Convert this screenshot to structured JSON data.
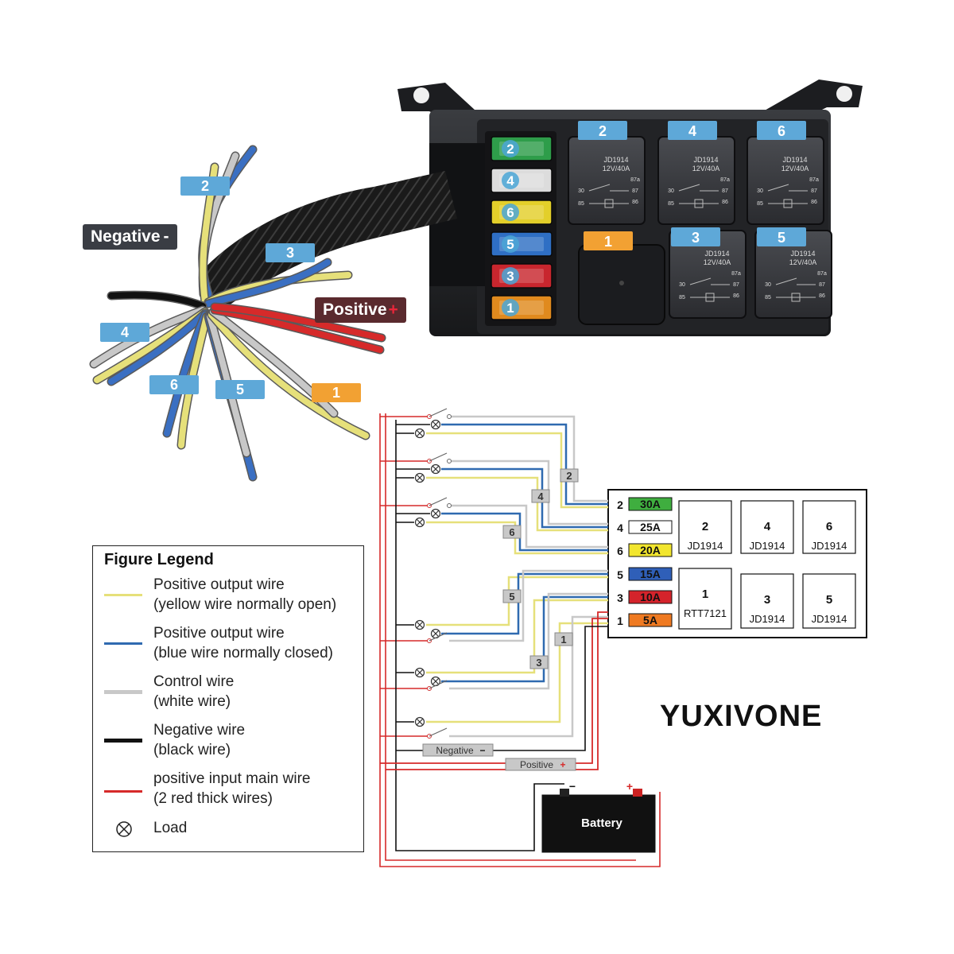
{
  "photo": {
    "labels": {
      "negative": "Negative",
      "negative_sign": "-",
      "positive": "Positive",
      "positive_sign": "+",
      "wire_2": "2",
      "wire_3": "3",
      "wire_4": "4",
      "wire_6": "6",
      "wire_5": "5",
      "wire_1": "1"
    },
    "fuses": [
      {
        "id": "2",
        "color": "#2e9d4a"
      },
      {
        "id": "4",
        "color": "#dcdcdc"
      },
      {
        "id": "6",
        "color": "#e3cf2a"
      },
      {
        "id": "5",
        "color": "#2f6fc4"
      },
      {
        "id": "3",
        "color": "#c8262e"
      },
      {
        "id": "1",
        "color": "#e08a1e"
      }
    ],
    "relays_top": [
      {
        "id": "2",
        "model": "JD1914",
        "rating": "12V/40A"
      },
      {
        "id": "4",
        "model": "JD1914",
        "rating": "12V/40A"
      },
      {
        "id": "6",
        "model": "JD1914",
        "rating": "12V/40A"
      }
    ],
    "relays_bottom": [
      {
        "id": "1"
      },
      {
        "id": "3",
        "model": "JD1914",
        "rating": "12V/40A"
      },
      {
        "id": "5",
        "model": "JD1914",
        "rating": "12V/40A"
      }
    ],
    "pin_labels": [
      "87a",
      "87",
      "86",
      "30",
      "85"
    ]
  },
  "legend": {
    "title": "Figure Legend",
    "items": [
      {
        "line1": "Positive output wire",
        "line2": "(yellow wire normally open)",
        "color": "#e6e07a"
      },
      {
        "line1": "Positive output wire",
        "line2": "(blue wire normally closed)",
        "color": "#2f6ab0"
      },
      {
        "line1": "Control wire",
        "line2": "(white wire)",
        "color": "#c8c8c8"
      },
      {
        "line1": "Negative wire",
        "line2": "(black wire)",
        "color": "#111111"
      },
      {
        "line1": "positive input main wire",
        "line2": "(2 red thick wires)",
        "color": "#d62a2a"
      },
      {
        "line1": "Load",
        "line2": "",
        "color": "#222222"
      }
    ]
  },
  "schematic": {
    "fuse_rows": [
      {
        "slot": "2",
        "rating": "30A",
        "color": "#3fae3f",
        "text_color": "#111111"
      },
      {
        "slot": "4",
        "rating": "25A",
        "color": "#ffffff",
        "text_color": "#111111"
      },
      {
        "slot": "6",
        "rating": "20A",
        "color": "#f2e62e",
        "text_color": "#111111"
      },
      {
        "slot": "5",
        "rating": "15A",
        "color": "#2f5fb8",
        "text_color": "#111111"
      },
      {
        "slot": "3",
        "rating": "10A",
        "color": "#d4232b",
        "text_color": "#111111"
      },
      {
        "slot": "1",
        "rating": "5A",
        "color": "#ef7a22",
        "text_color": "#111111"
      }
    ],
    "relay_cells": [
      {
        "id": "2",
        "model": "JD1914"
      },
      {
        "id": "4",
        "model": "JD1914"
      },
      {
        "id": "6",
        "model": "JD1914"
      },
      {
        "id": "1",
        "model": "RTT7121"
      },
      {
        "id": "3",
        "model": "JD1914"
      },
      {
        "id": "5",
        "model": "JD1914"
      }
    ],
    "wire_tags": [
      "2",
      "4",
      "6",
      "5",
      "1",
      "3"
    ],
    "negative_label": "Negative",
    "negative_sign": "−",
    "positive_label": "Positive",
    "positive_sign": "+",
    "battery_label": "Battery",
    "battery_minus": "−",
    "battery_plus": "+"
  },
  "brand": "YUXIVONE",
  "colors": {
    "yellow_wire": "#e6e07a",
    "blue_wire": "#2f6ab0",
    "white_wire": "#c8c8c8",
    "black_wire": "#111111",
    "red_wire": "#d62a2a",
    "callout_blue": "#5ea8d8",
    "callout_orange": "#f2a133"
  }
}
